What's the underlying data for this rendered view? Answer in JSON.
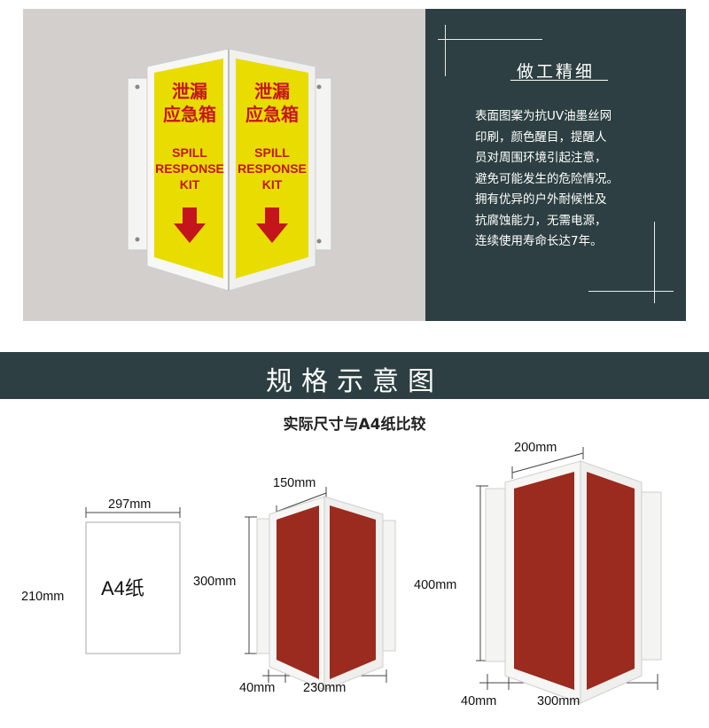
{
  "detail": {
    "title": "做工精细",
    "lines": [
      "表面图案为抗UV油墨丝网",
      "印刷，颜色醒目，提醒人",
      "员对周围环境引起注意，",
      "避免可能发生的危险情况。",
      "拥有优异的户外耐候性及",
      "抗腐蚀能力，无需电源，",
      "连续使用寿命长达7年。"
    ]
  },
  "sign": {
    "cn_line1": "泄漏",
    "cn_line2": "应急箱",
    "en_line1": "SPILL",
    "en_line2": "RESPONSE",
    "en_line3": "KIT"
  },
  "section": {
    "title": "规格示意图",
    "subtitle": "实际尺寸与A4纸比较"
  },
  "a4": {
    "label": "A4纸",
    "width_label": "297mm",
    "height_label": "210mm"
  },
  "small_sign": {
    "panel_width": "150mm",
    "height": "300mm",
    "depth": "40mm",
    "total_width": "230mm"
  },
  "large_sign": {
    "panel_width": "200mm",
    "height": "400mm",
    "depth": "40mm",
    "total_width": "300mm"
  },
  "colors": {
    "dark_panel": "#2d3f42",
    "sign_yellow": "#e8dc00",
    "sign_red": "#c4151c",
    "panel_brown": "#9b2b1f"
  }
}
